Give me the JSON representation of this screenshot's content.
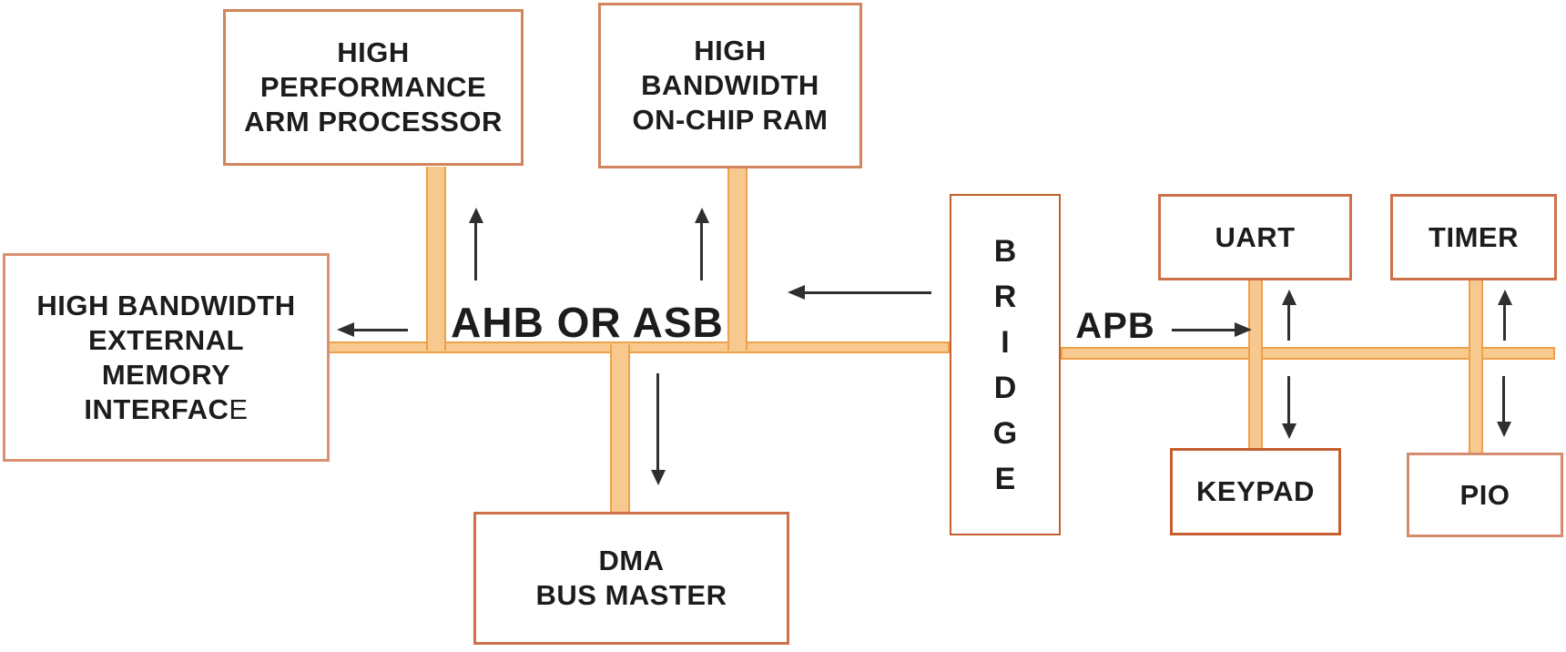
{
  "diagram": {
    "nodes": {
      "arm": {
        "label": "HIGH\nPERFORMANCE\nARM PROCESSOR"
      },
      "ram": {
        "label": "HIGH\nBANDWIDTH\nON-CHIP RAM"
      },
      "memif": {
        "label_main": "HIGH BANDWIDTH\nEXTERNAL\nMEMORY\nINTERFAC",
        "label_suffix": "E"
      },
      "dma": {
        "label": "DMA\nBUS MASTER"
      },
      "bridge": {
        "label": "B\nR\nI\nD\nG\nE"
      },
      "uart": {
        "label": "UART"
      },
      "timer": {
        "label": "TIMER"
      },
      "keypad": {
        "label": "KEYPAD"
      },
      "pio": {
        "label": "PIO"
      }
    },
    "buses": {
      "ahb_label": "AHB OR ASB",
      "apb_label": "APB"
    },
    "colors": {
      "canvas-bg": "#FFFFFF",
      "text": "#1C1C1C",
      "arrow": "#2F2F2F",
      "bus-fill": "#F8C98E",
      "bus-stroke": "#EDA14A",
      "border-arm": "#D2845C",
      "border-ram": "#D2845C",
      "border-memif": "#DA9073",
      "border-dma": "#CD7149",
      "border-bridge": "#C2602F",
      "border-uart": "#CD7149",
      "border-timer": "#CD7149",
      "border-keypad": "#C55D2E",
      "border-pio": "#D58B70"
    }
  }
}
